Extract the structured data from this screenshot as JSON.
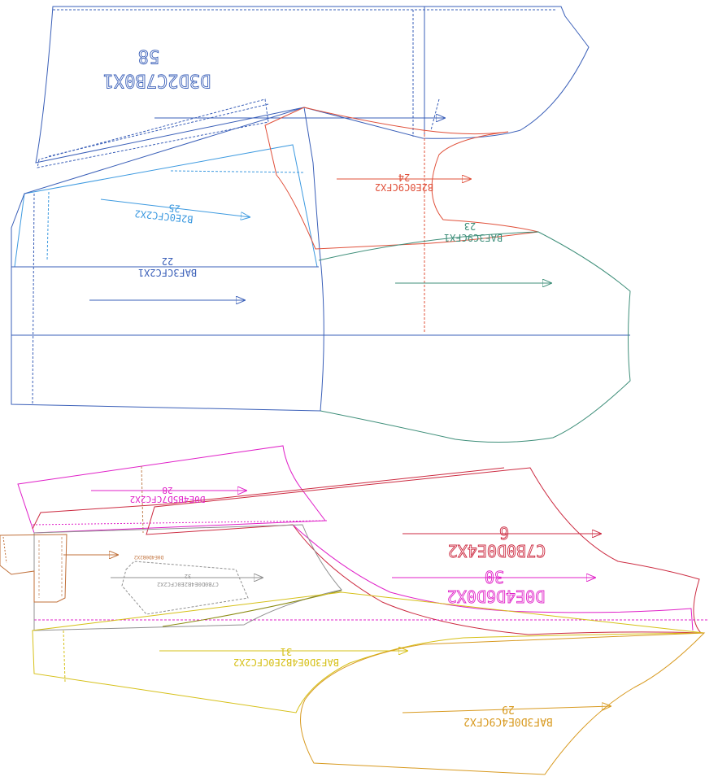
{
  "colors": {
    "blue_dark": "#3a5fb8",
    "blue_light": "#3d9ae0",
    "red": "#e0503a",
    "green": "#3f8f7a",
    "magenta": "#e020c8",
    "crimson": "#cc2a40",
    "yellow": "#d6c018",
    "orange": "#d89a20",
    "gray": "#909090",
    "brown": "#c0703a",
    "olive": "#8a8a10"
  },
  "pieces": {
    "p58": {
      "code": "D3D2C7B0X1",
      "num": "58"
    },
    "p25": {
      "code": "B2E0CFC2X2",
      "num": "25"
    },
    "p24": {
      "code": "B2E0C9CFX2",
      "num": "24"
    },
    "p23": {
      "code": "BAF3C9CFX1",
      "num": "23"
    },
    "p22": {
      "code": "BAF3CFC2X1",
      "num": "22"
    },
    "p28": {
      "code": "D0E4B5D7CFC2X2",
      "num": "28"
    },
    "p6": {
      "code": "C7B0D0E4X2",
      "num": "6"
    },
    "p30": {
      "code": "D0E4D6D0X2",
      "num": "30"
    },
    "p31": {
      "code": "BAF3D0E4B2E0CFC2X2",
      "num": "31"
    },
    "p29": {
      "code": "BAF3D0E4C9CFX2",
      "num": "29"
    },
    "p_small_a": {
      "code": "C7B0D0E4B2E0CFC2X2",
      "num": "32"
    },
    "p_small_b": {
      "code": "D0E4D0B2X2",
      "num": ""
    }
  }
}
